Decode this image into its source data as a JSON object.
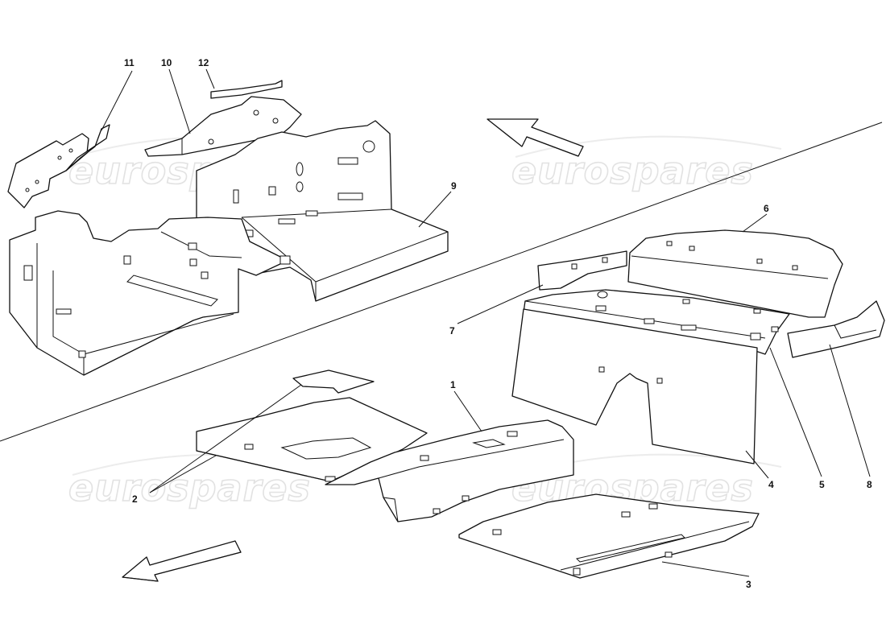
{
  "watermarks": [
    "eurospares",
    "eurospares",
    "eurospares",
    "eurospares"
  ],
  "callouts": [
    "1",
    "2",
    "3",
    "4",
    "5",
    "6",
    "7",
    "8",
    "9",
    "10",
    "11",
    "12"
  ],
  "colors": {
    "line": "#111111",
    "background": "#ffffff",
    "watermark": "#e2e2e2"
  },
  "icons": [
    "direction-arrow-forward-icon",
    "direction-arrow-rear-icon"
  ]
}
